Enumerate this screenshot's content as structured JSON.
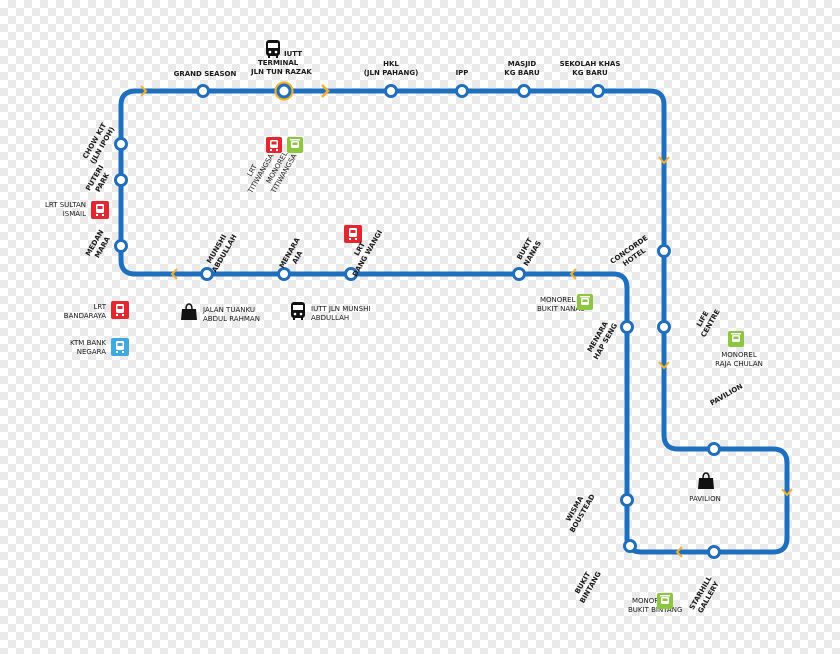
{
  "line_color": "#1f6fbf",
  "arrow_color": "#f6b125",
  "badge_colors": {
    "lrt": "#e3262f",
    "monorail": "#8dc63f",
    "ktm": "#3fa9e0",
    "bus": "#111111",
    "mall": "#111111"
  },
  "stations": {
    "grand_season": [
      "GRAND SEASON"
    ],
    "terminal": [
      "IUTT",
      "TERMINAL",
      "JLN TUN RAZAK"
    ],
    "hkl": [
      "HKL",
      "(JLN PAHANG)"
    ],
    "ipp": [
      "IPP"
    ],
    "masjid": [
      "MASJID",
      "KG BARU"
    ],
    "sekolah": [
      "SEKOLAH KHAS",
      "KG BARU"
    ],
    "chow_kit": [
      "CHOW KIT",
      "(JLN IPOH)"
    ],
    "puteri": [
      "PUTERI",
      "PARK"
    ],
    "medan": [
      "MEDAN",
      "MARA"
    ],
    "munshi": [
      "MUNSHI",
      "ABDULLAH"
    ],
    "menara_aia": [
      "MENARA",
      "AIA"
    ],
    "dang_wangi": [
      "LRT",
      "DANG WANGI"
    ],
    "bukit_nanas": [
      "BUKIT",
      "NANAS"
    ],
    "concorde": [
      "CONCORDE",
      "HOTEL"
    ],
    "life_centre": [
      "LIFE",
      "CENTRE"
    ],
    "pavilion": [
      "PAVILION"
    ],
    "hap_seng": [
      "MENARA",
      "HAP SENG"
    ],
    "wisma": [
      "WISMA",
      "BOUSTEAD"
    ],
    "bukit_bintang": [
      "BUKIT",
      "BINTANG"
    ],
    "starhill": [
      "STARHILL",
      "GALLERY"
    ]
  },
  "interchanges": {
    "titiwangsa_lrt": [
      "LRT",
      "TITIWANGSA"
    ],
    "titiwangsa_mono": [
      "MONOREL",
      "TITIWANGSA"
    ],
    "sultan_ismail": [
      "LRT SULTAN",
      "ISMAIL"
    ],
    "bandaraya": [
      "LRT",
      "BANDARAYA"
    ],
    "ktm_bank": [
      "KTM BANK",
      "NEGARA"
    ],
    "jalan_tar": [
      "JALAN TUANKU",
      "ABDUL RAHMAN"
    ],
    "iutt_munshi": [
      "IUTT JLN MUNSHI",
      "ABDULLAH"
    ],
    "mono_bukit_nanas": [
      "MONOREL",
      "BUKIT NANAS"
    ],
    "mono_raja_chulan": [
      "MONOREL",
      "RAJA CHULAN"
    ],
    "pavilion_mall": [
      "PAVILION"
    ],
    "mono_bukit_bintang": [
      "MONOREL",
      "BUKIT BINTANG"
    ]
  }
}
